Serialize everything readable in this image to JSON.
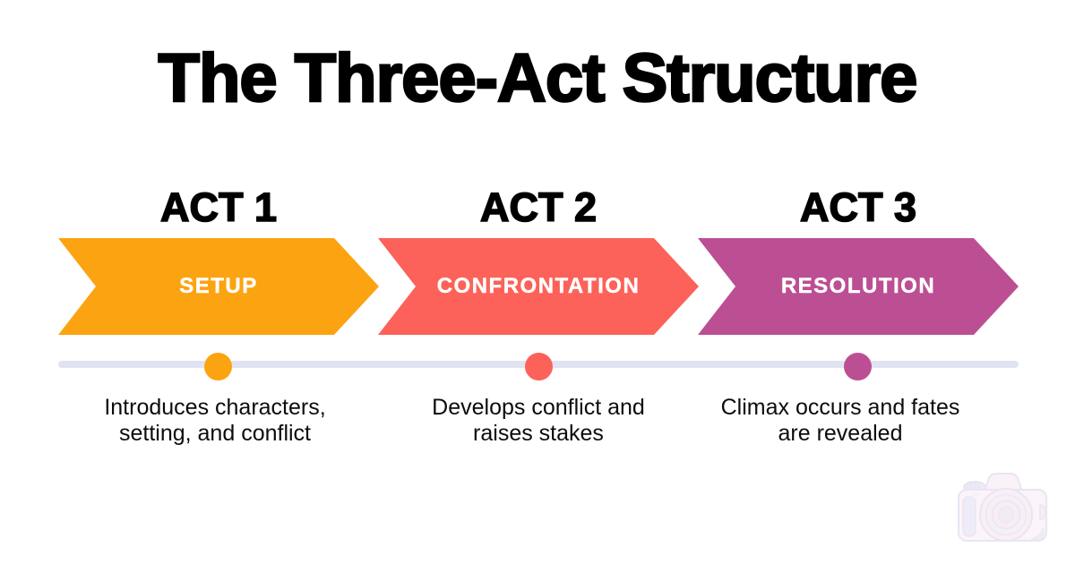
{
  "title": "The Three-Act Structure",
  "colors": {
    "background": "#FFFFFF",
    "timeline": "#E0E4F2",
    "act1": "#FCA311",
    "act2": "#FC6259",
    "act3": "#BC4F93"
  },
  "acts": [
    {
      "act_label": "ACT 1",
      "phase_label": "SETUP",
      "color": "#FCA311",
      "description_lines": [
        "Introduces characters,",
        "setting, and conflict"
      ]
    },
    {
      "act_label": "ACT 2",
      "phase_label": "CONFRONTATION",
      "color": "#FC6259",
      "description_lines": [
        "Develops conflict and",
        "raises stakes"
      ]
    },
    {
      "act_label": "ACT 3",
      "phase_label": "RESOLUTION",
      "color": "#BC4F93",
      "description_lines": [
        "Climax occurs and fates",
        "are revealed"
      ]
    }
  ],
  "watermark": {
    "icon": "camera-icon"
  }
}
